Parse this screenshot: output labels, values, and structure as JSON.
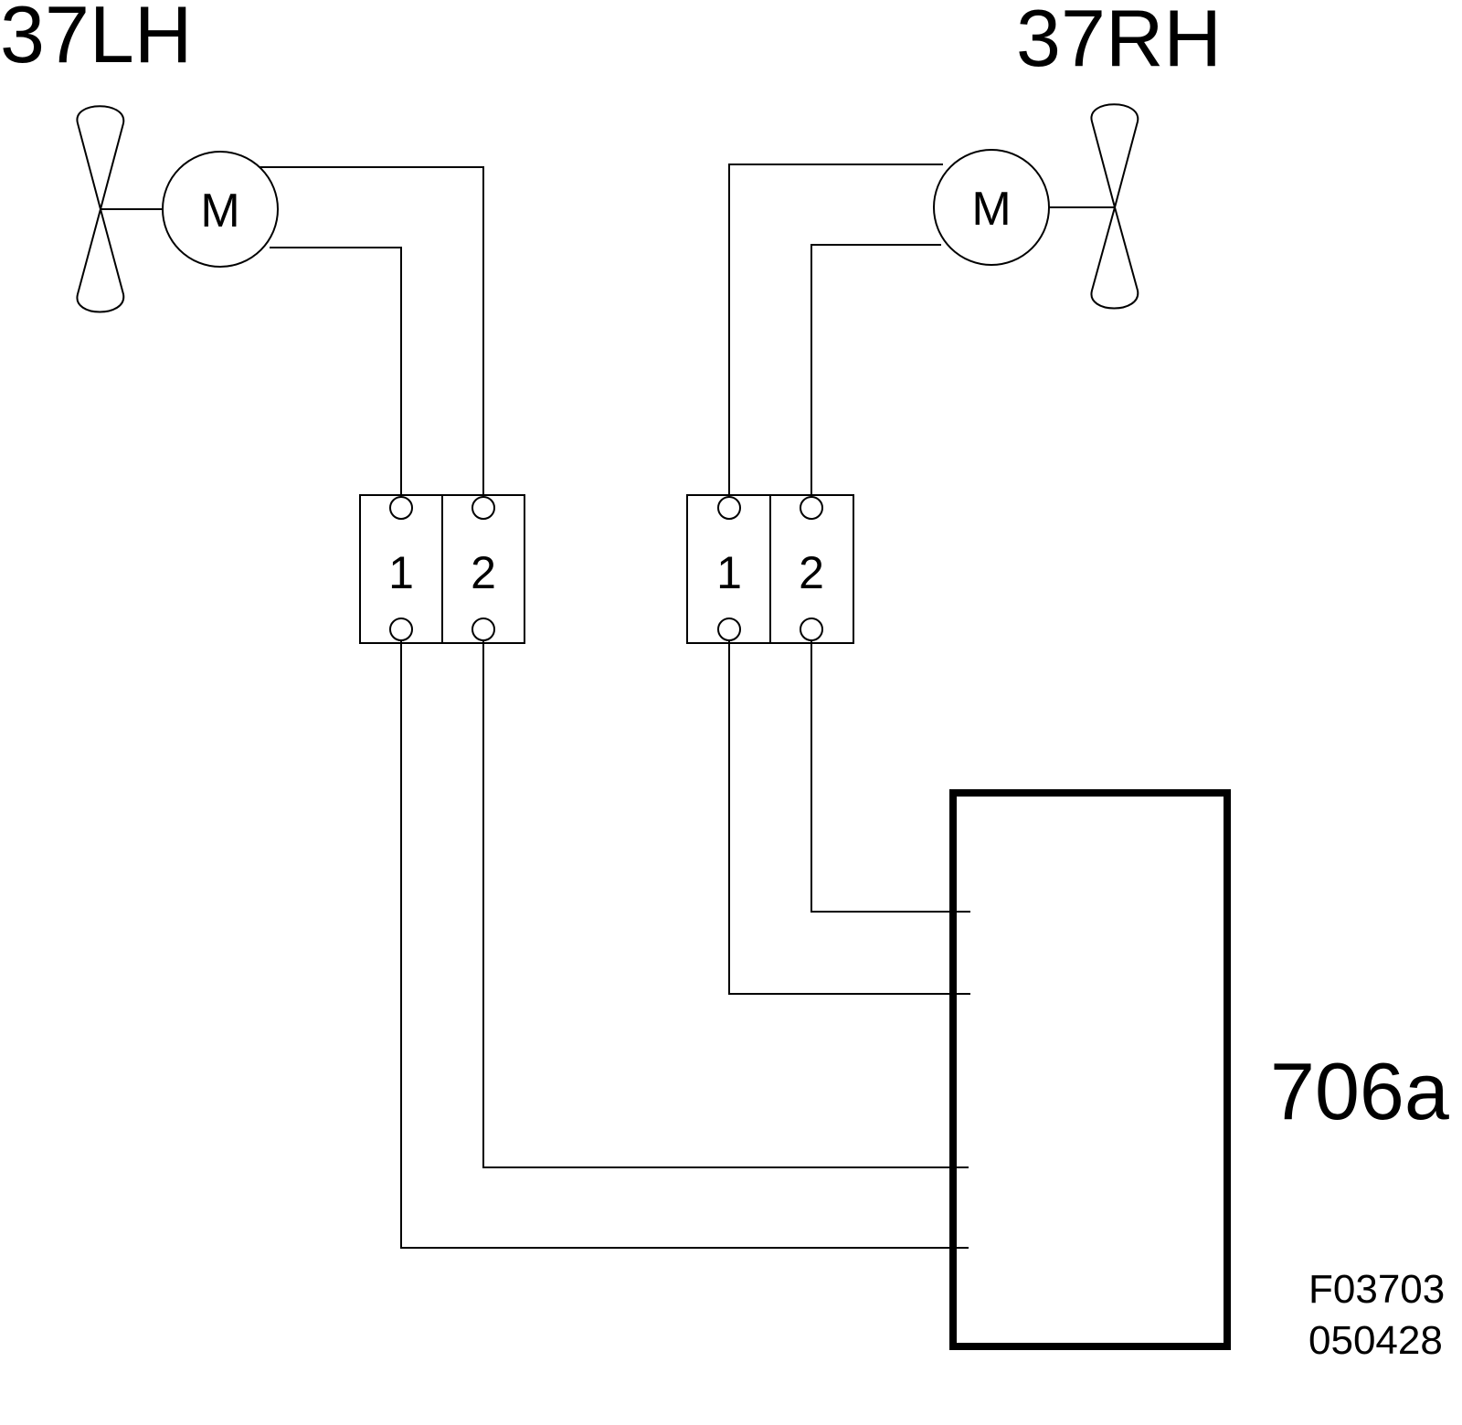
{
  "labels": {
    "left_fan": "37LH",
    "right_fan": "37RH",
    "control_unit": "706a",
    "drawing_ref_line1": "F03703",
    "drawing_ref_line2": "050428"
  },
  "motors": {
    "left": {
      "symbol": "M"
    },
    "right": {
      "symbol": "M"
    }
  },
  "connectors": {
    "left": {
      "pins": [
        "1",
        "2"
      ]
    },
    "right": {
      "pins": [
        "1",
        "2"
      ]
    }
  },
  "icons": {
    "fan": "fan-propeller-icon",
    "motor": "motor-circle-icon"
  },
  "colors": {
    "line": "#000000",
    "background": "#ffffff"
  }
}
